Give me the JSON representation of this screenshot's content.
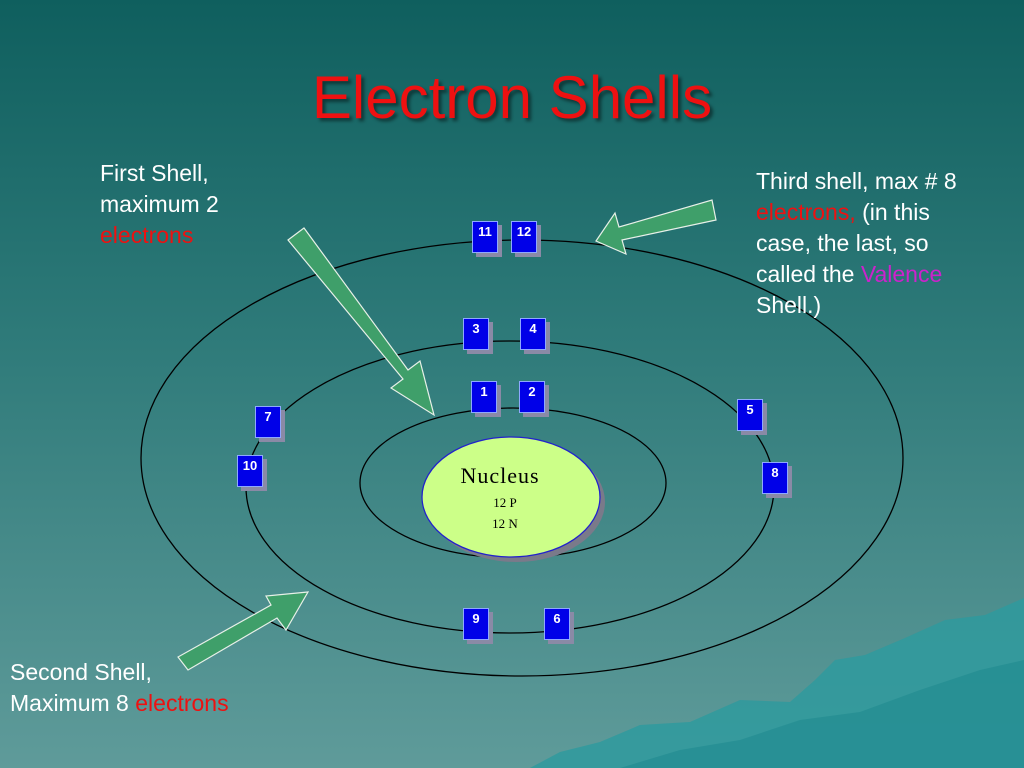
{
  "title": "Electron Shells",
  "callouts": {
    "first": {
      "line1": "First Shell,",
      "line2": "maximum 2",
      "highlight": "electrons"
    },
    "second": {
      "line1": "Second Shell,",
      "line2_prefix": "Maximum 8",
      "highlight": "electrons"
    },
    "third": {
      "line1": "Third shell, max # 8",
      "highlight_red": "electrons,",
      "after_red": "(in this",
      "line3": "case, the last, so",
      "line4_prefix": "called the",
      "highlight_magenta": "Valence",
      "line5": "Shell.)"
    }
  },
  "nucleus": {
    "label": "Nucleus",
    "protons": "12 P",
    "neutrons": "12 N"
  },
  "electrons": {
    "e1": "1",
    "e2": "2",
    "e3": "3",
    "e4": "4",
    "e5": "5",
    "e6": "6",
    "e7": "7",
    "e8": "8",
    "e9": "9",
    "e10": "10",
    "e11": "11",
    "e12": "12"
  },
  "colors": {
    "title": "#ee1111",
    "highlight": "#ee1111",
    "valence": "#cc22cc",
    "electron": "#0000e8",
    "nucleus_fill": "#ccff88",
    "nucleus_stroke": "#2222cc",
    "arrow": "#3f9f6a"
  }
}
